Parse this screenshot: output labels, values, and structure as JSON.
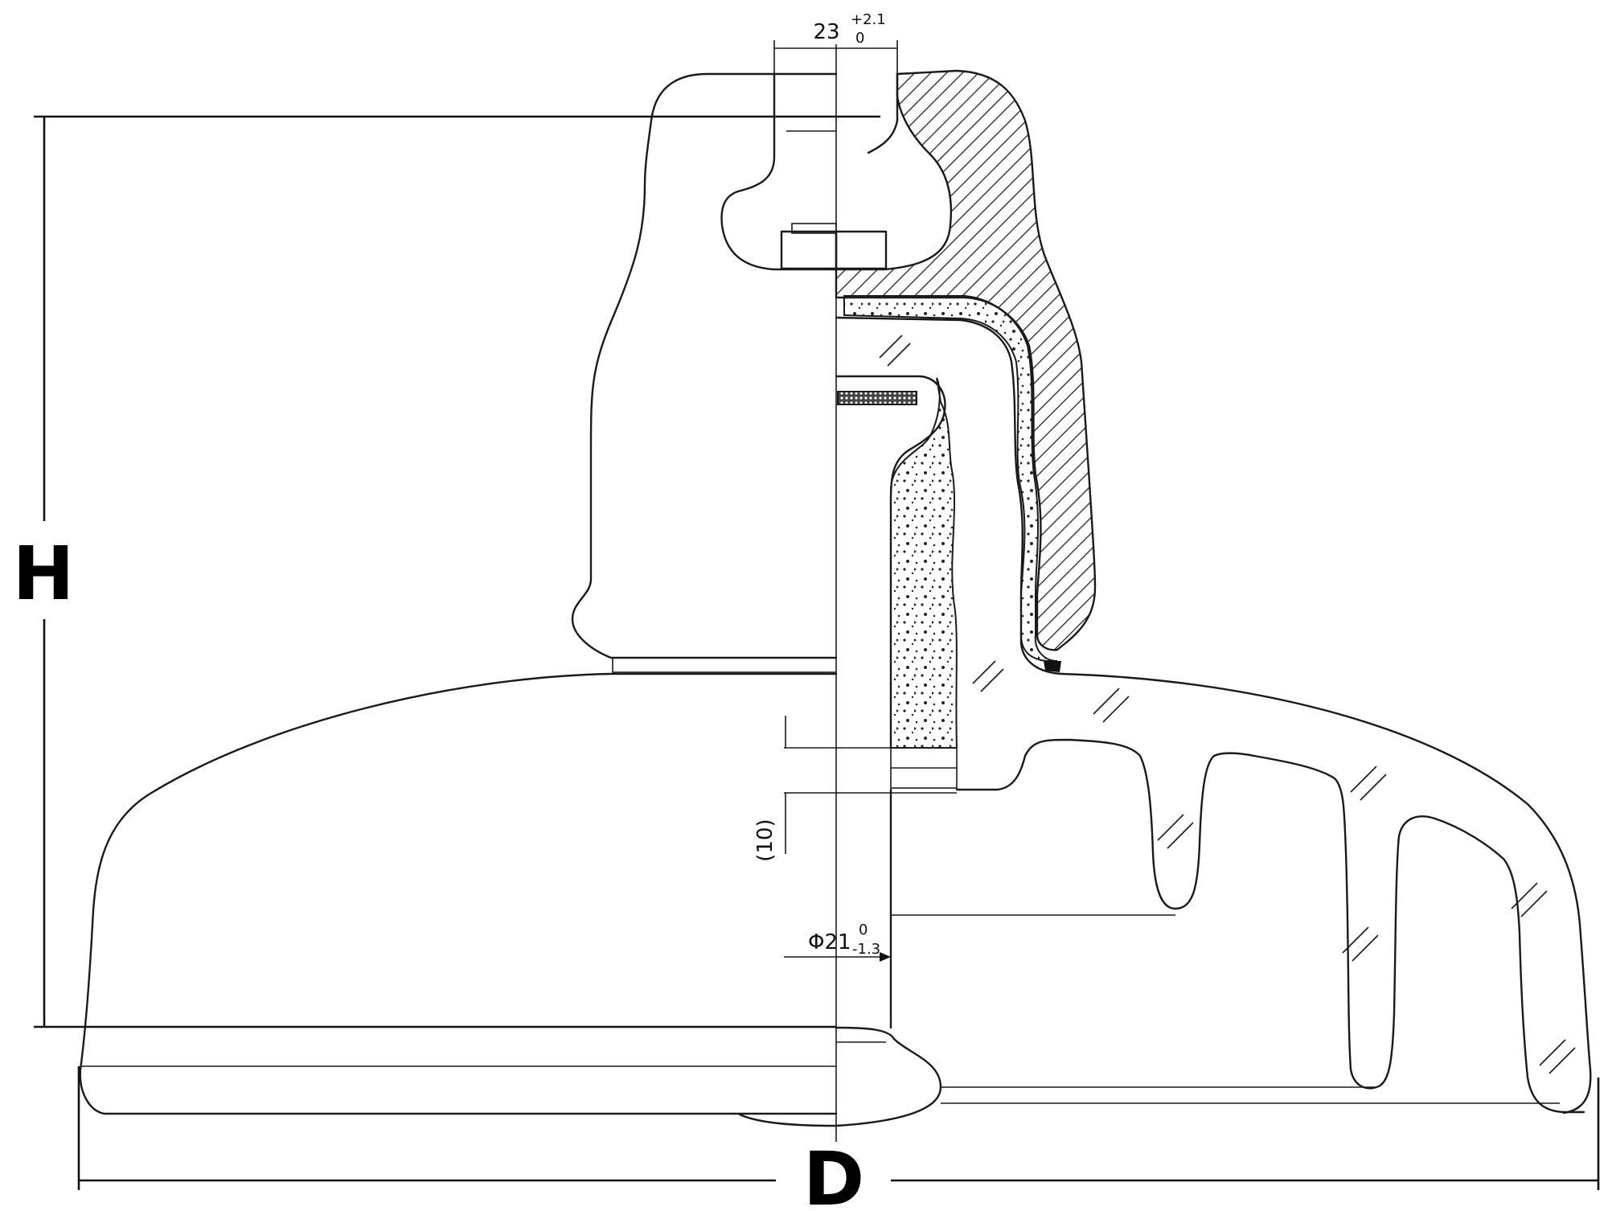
{
  "labels": {
    "height": "H",
    "diameter": "D"
  },
  "annotations": {
    "socket_width_main": "23",
    "socket_width_upper": "+2.1",
    "socket_width_lower": "0",
    "pin_gap": "(10)",
    "pin_diameter_main": "Φ21",
    "pin_diameter_upper": "0",
    "pin_diameter_lower": "-1.3"
  }
}
